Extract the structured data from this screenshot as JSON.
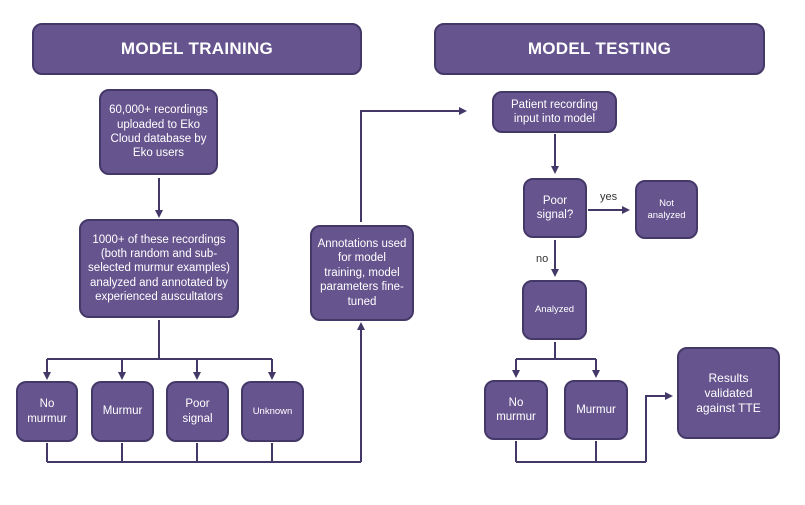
{
  "headers": {
    "training": "MODEL TRAINING",
    "testing": "MODEL TESTING"
  },
  "training": {
    "upload": "60,000+ recordings uploaded to Eko Cloud database by Eko users",
    "annotate": "1000+ of these recordings (both random and sub-selected murmur examples) analyzed and annotated by experienced auscultators",
    "categories": [
      "No murmur",
      "Murmur",
      "Poor signal",
      "Unknown"
    ],
    "annotations_used": "Annotations used for model training, model parameters fine-tuned"
  },
  "testing": {
    "input": "Patient recording input into model",
    "poor_signal_question": "Poor signal?",
    "yes_label": "yes",
    "no_label": "no",
    "not_analyzed": "Not analyzed",
    "analyzed": "Analyzed",
    "outcomes": [
      "No murmur",
      "Murmur"
    ],
    "results": "Results validated against TTE"
  },
  "colors": {
    "box_fill": "#66548e",
    "box_border": "#443868",
    "connector": "#443868"
  }
}
